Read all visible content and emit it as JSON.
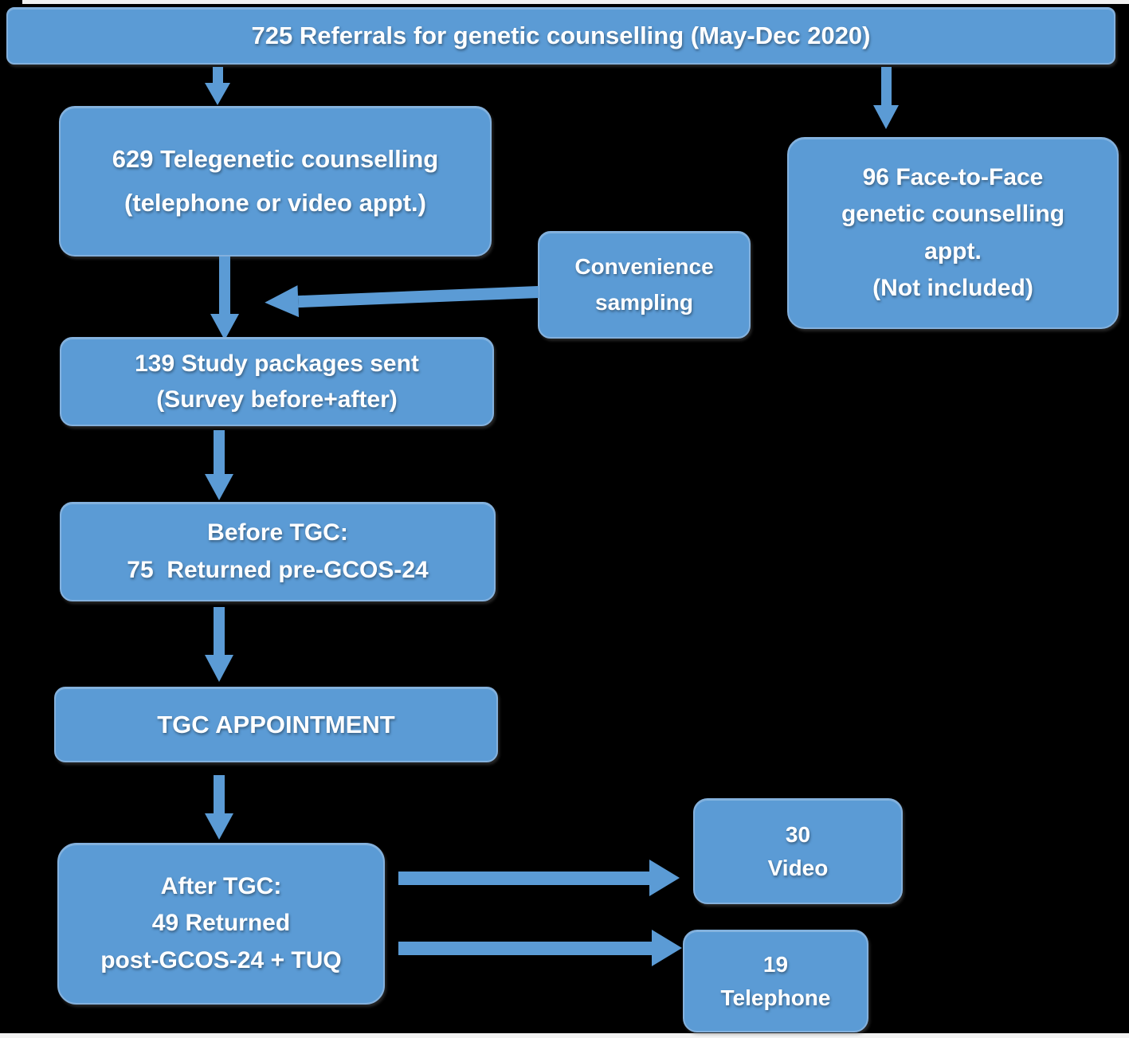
{
  "diagram": {
    "title": "Study recruitment flowchart",
    "colors": {
      "bg": "#000000",
      "accent_fill": "#5b9bd5",
      "accent_border": "#84b1dd",
      "text": "#ffffff",
      "strip": "#f2f2f2"
    },
    "nodes": {
      "referrals": {
        "text": "725 Referrals for genetic counselling (May-Dec 2020)"
      },
      "telegenetic": {
        "line1": "629 Telegenetic counselling",
        "line2": "(telephone or video appt.)"
      },
      "face_to_face": {
        "line1": "96 Face-to-Face",
        "line2": "genetic counselling",
        "line3": "appt.",
        "line4": "(Not included)"
      },
      "convenience": {
        "line1": "Convenience",
        "line2": "sampling"
      },
      "packages": {
        "line1": "139 Study packages sent",
        "line2": "(Survey before+after)"
      },
      "before_tgc": {
        "line1": "Before TGC:",
        "line2": "75  Returned pre-GCOS-24"
      },
      "appointment": {
        "text": "TGC APPOINTMENT"
      },
      "after_tgc": {
        "line1": "After TGC:",
        "line2": "49 Returned",
        "line3": "post-GCOS-24 + TUQ"
      },
      "video": {
        "line1": "30",
        "line2": "Video"
      },
      "telephone": {
        "line1": "19",
        "line2": "Telephone"
      }
    }
  }
}
